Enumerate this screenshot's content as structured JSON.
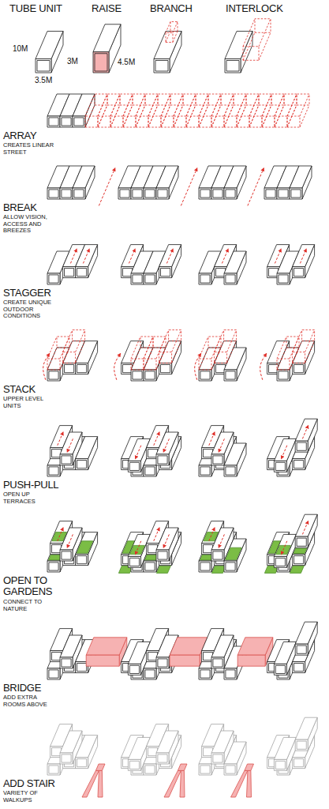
{
  "diagram": {
    "labels": [
      "TUBE UNIT",
      "RAISE",
      "BRANCH",
      "INTERLOCK",
      "10M",
      "3M",
      "3.5M",
      "4.5M",
      "ARRAY",
      "CREATES LINEAR STREET",
      "BREAK",
      "ALLOW VISION, ACCESS AND BREEZES",
      "STAGGER",
      "CREATE UNIQUE OUTDOOR CONDITIONS",
      "STACK",
      "UPPER LEVEL UNITS",
      "PUSH-PULL",
      "OPEN UP TERRACES",
      "OPEN TO GARDENS",
      "CONNECT TO NATURE",
      "BRIDGE",
      "ADD EXTRA ROOMS ABOVE",
      "ADD STAIR",
      "VARIETY OF WALKUPS"
    ]
  }
}
